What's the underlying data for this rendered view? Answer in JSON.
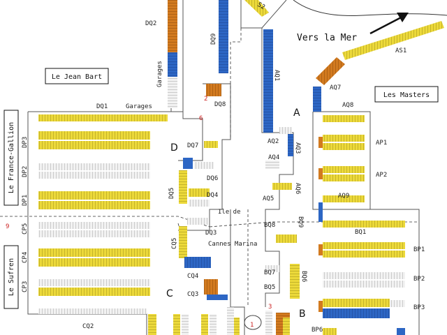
{
  "colors": {
    "yellow": "#ecd93a",
    "orange": "#d27a1f",
    "blue": "#2d66c4",
    "grey": "#b9b9b9",
    "line": "#555555",
    "red": "#cc2222"
  },
  "boxes": {
    "jean_bart": "Le Jean Bart",
    "masters": "Les Masters",
    "france_gallion": "Le France-Gallion",
    "sufren": "Le Sufren"
  },
  "sea_label": "Vers la Mer",
  "zones": {
    "a": "A",
    "b": "B",
    "c": "C",
    "d": "D"
  },
  "garages": [
    "Garages",
    "Garages"
  ],
  "ile_de": "Ile de",
  "cannes_marina": "Cannes Marina",
  "numbers": {
    "n2": "2",
    "n3": "3",
    "n6": "6",
    "n9": "9",
    "n1": "1"
  },
  "pontoons": {
    "DQ2": "DQ2",
    "DQ9": "DQ9",
    "DQ8": "DQ8",
    "DQ1": "DQ1",
    "DQ7": "DQ7",
    "DQ6": "DQ6",
    "DQ5": "DQ5",
    "DQ4": "DQ4",
    "DQ3": "DQ3",
    "DP3": "DP3",
    "DP2": "DP2",
    "DP1": "DP1",
    "CP5": "CP5",
    "CP4": "CP4",
    "CP3": "CP3",
    "CQ5": "CQ5",
    "CQ4": "CQ4",
    "CQ3": "CQ3",
    "CQ2": "CQ2",
    "AQ1": "AQ1",
    "AQ2": "AQ2",
    "AQ3": "AQ3",
    "AQ4": "AQ4",
    "AQ5": "AQ5",
    "AQ6": "AQ6",
    "AQ7": "AQ7",
    "AQ8": "AQ8",
    "AQ9": "AQ9",
    "AS1": "AS1",
    "AS2": "S2",
    "AP1": "AP1",
    "AP2": "AP2",
    "BQ1": "BQ1",
    "BQ5": "BQ5",
    "BQ6": "BQ6",
    "BQ7": "BQ7",
    "BQ8": "BQ8",
    "BQ9": "BQ9",
    "BP1": "BP1",
    "BP2": "BP2",
    "BP3": "BP3",
    "BP6": "BP6"
  }
}
